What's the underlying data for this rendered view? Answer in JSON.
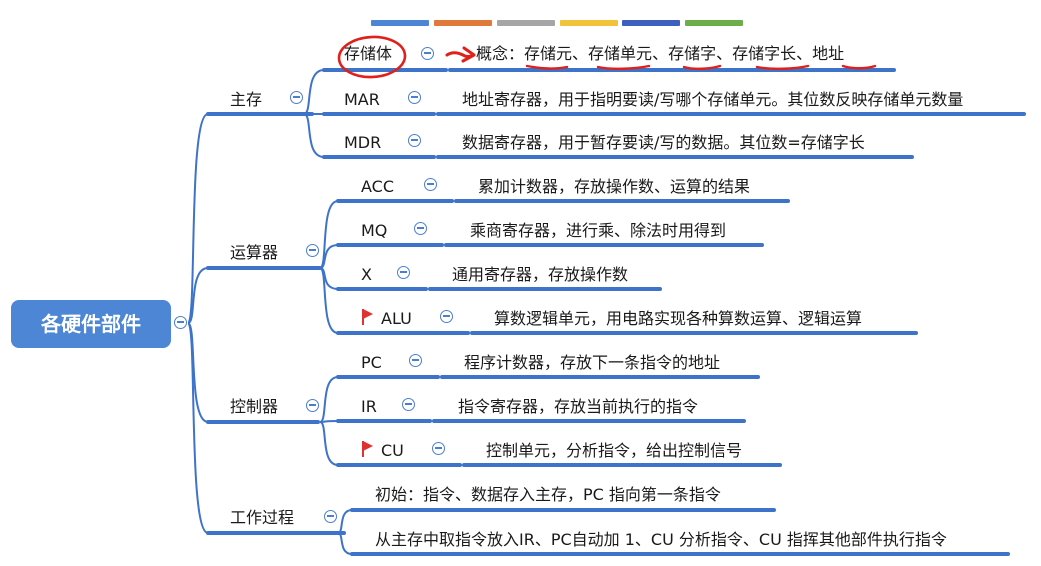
{
  "header_swatches": [
    "#4c86d4",
    "#e07a3a",
    "#a6a6a6",
    "#f2c23a",
    "#3d5fbf",
    "#6cae4a"
  ],
  "root": {
    "label": "各硬件部件"
  },
  "main_memory": {
    "label": "主存",
    "items": [
      {
        "key": "存储体",
        "concept_label": "概念：",
        "concepts": [
          "存储元",
          "存储单元",
          "存储字",
          "存储字长",
          "地址"
        ],
        "separator": "、"
      },
      {
        "key": "MAR",
        "desc": "地址寄存器，用于指明要读/写哪个存储单元。其位数反映存储单元数量"
      },
      {
        "key": "MDR",
        "desc": "数据寄存器，用于暂存要读/写的数据。其位数=存储字长"
      }
    ]
  },
  "alu_unit": {
    "label": "运算器",
    "items": [
      {
        "key": "ACC",
        "desc": "累加计数器，存放操作数、运算的结果"
      },
      {
        "key": "MQ",
        "desc": "乘商寄存器，进行乘、除法时用得到"
      },
      {
        "key": "X",
        "desc": "通用寄存器，存放操作数"
      },
      {
        "key": "ALU",
        "desc": "算数逻辑单元，用电路实现各种算数运算、逻辑运算",
        "flag": true
      }
    ]
  },
  "control_unit": {
    "label": "控制器",
    "items": [
      {
        "key": "PC",
        "desc": "程序计数器，存放下一条指令的地址"
      },
      {
        "key": "IR",
        "desc": "指令寄存器，存放当前执行的指令"
      },
      {
        "key": "CU",
        "desc": "控制单元，分析指令，给出控制信号",
        "flag": true
      }
    ]
  },
  "work_process": {
    "label": "工作过程",
    "steps": [
      "初始：指令、数据存入主存，PC 指向第一条指令",
      "从主存中取指令放入IR、PC自动加 1、CU 分析指令、CU 指挥其他部件执行指令"
    ]
  },
  "annotation_color": "#e0201b"
}
